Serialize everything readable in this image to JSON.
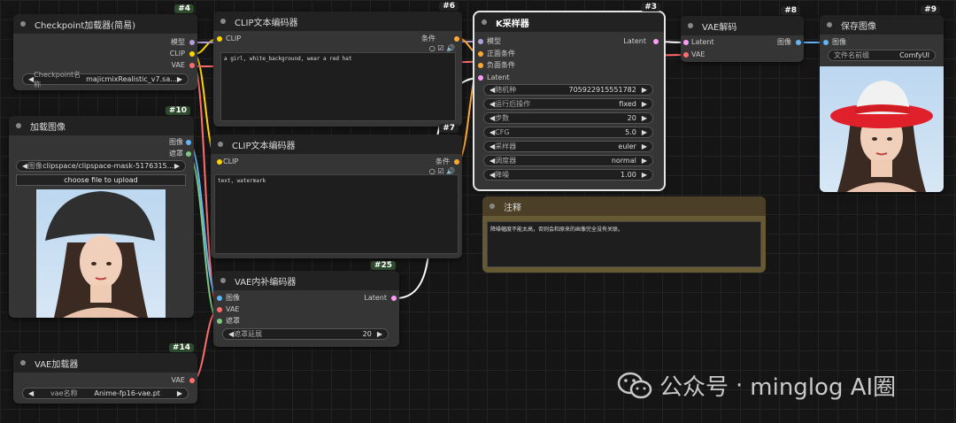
{
  "nodes": {
    "checkpoint": {
      "id": "#4",
      "title": "Checkpoint加载器(简易)",
      "out_model": "模型",
      "out_clip": "CLIP",
      "out_vae": "VAE",
      "widget_label": "Checkpoint名称",
      "widget_value": "majicmixRealistic_v7.sa..."
    },
    "clip1": {
      "id": "#6",
      "title": "CLIP文本编码器",
      "in_clip": "CLIP",
      "out_cond": "条件",
      "text": "a girl, white_background, wear a red hat"
    },
    "clip2": {
      "id": "#7",
      "title": "CLIP文本编码器",
      "in_clip": "CLIP",
      "out_cond": "条件",
      "text": "text, watermark"
    },
    "ksampler": {
      "id": "#3",
      "title": "K采样器",
      "in_model": "模型",
      "in_pos": "正面条件",
      "in_neg": "负面条件",
      "in_latent": "Latent",
      "out_latent": "Latent",
      "widgets": [
        {
          "label": "随机种",
          "value": "705922915551782"
        },
        {
          "label": "运行后操作",
          "value": "fixed"
        },
        {
          "label": "步数",
          "value": "20"
        },
        {
          "label": "CFG",
          "value": "5.0"
        },
        {
          "label": "采样器",
          "value": "euler"
        },
        {
          "label": "调度器",
          "value": "normal"
        },
        {
          "label": "降噪",
          "value": "1.00"
        }
      ]
    },
    "vaedecode": {
      "id": "#8",
      "title": "VAE解码",
      "in_latent": "Latent",
      "in_vae": "VAE",
      "out_image": "图像"
    },
    "saveimage": {
      "id": "#9",
      "title": "保存图像",
      "in_image": "图像",
      "widget_label": "文件名前缀",
      "widget_value": "ComfyUI"
    },
    "loadimage": {
      "id": "#10",
      "title": "加载图像",
      "out_image": "图像",
      "out_mask": "遮罩",
      "widget_label": "图像",
      "widget_value": "clipspace/clipspace-mask-5176315...",
      "button": "choose file to upload"
    },
    "note": {
      "title": "注释",
      "text": "降噪幅度不能太高，否则会和原来的画像完全没有关联。"
    },
    "vaeinpaint": {
      "id": "#25",
      "title": "VAE内补编码器",
      "in_image": "图像",
      "in_vae": "VAE",
      "in_mask": "遮罩",
      "out_latent": "Latent",
      "widget_label": "遮罩延展",
      "widget_value": "20"
    },
    "vaeloader": {
      "id": "#14",
      "title": "VAE加载器",
      "out_vae": "VAE",
      "widget_label": "vae名称",
      "widget_value": "Anime-fp16-vae.pt"
    }
  },
  "watermark": {
    "dot": "·",
    "prefix": "公众号",
    "suffix": "minglog AI圈"
  },
  "colors": {
    "clip": "#ffd500",
    "model": "#b39ddb",
    "vae": "#ff6e6e",
    "cond": "#ffa931",
    "latent": "#ff9cf9",
    "image": "#64b5f6",
    "mask": "#81c784"
  }
}
